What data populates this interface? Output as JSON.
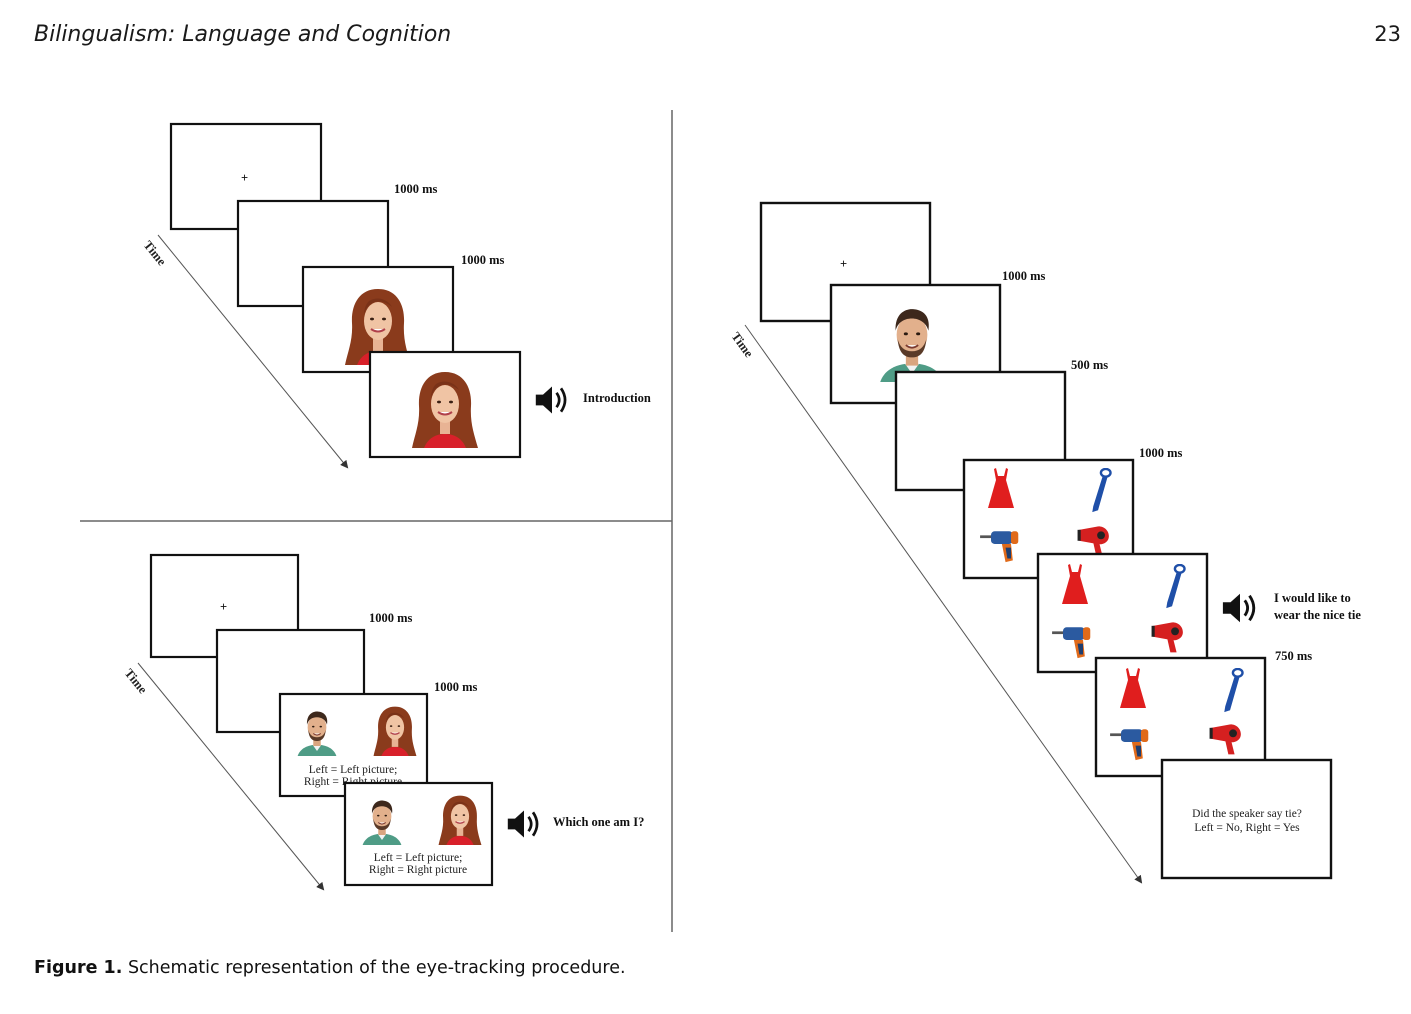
{
  "header": {
    "journal": "Bilingualism: Language and Cognition",
    "page_number": "23"
  },
  "caption": {
    "label": "Figure 1.",
    "text": "Schematic representation of the eye-tracking procedure."
  },
  "figure": {
    "time_label": "Time",
    "fixation": "+",
    "panel_introduction": {
      "durations": [
        "1000 ms",
        "1000 ms"
      ],
      "audio_text": "Introduction"
    },
    "panel_which": {
      "durations": [
        "1000 ms",
        "1000 ms"
      ],
      "screen_text_line1": "Left = Left picture;",
      "screen_text_line2": "Right = Right picture",
      "audio_text": "Which one am I?"
    },
    "panel_trial": {
      "durations": [
        "1000 ms",
        "500 ms",
        "1000 ms",
        "750 ms"
      ],
      "audio_text_line1": "I would like to",
      "audio_text_line2": "wear the nice tie",
      "question_line1": "Did the speaker say tie?",
      "question_line2": "Left = No, Right = Yes"
    }
  },
  "icons": [
    "speaker-icon",
    "woman-photo",
    "man-photo",
    "dress-icon",
    "tie-icon",
    "drill-icon",
    "hairdryer-icon"
  ]
}
